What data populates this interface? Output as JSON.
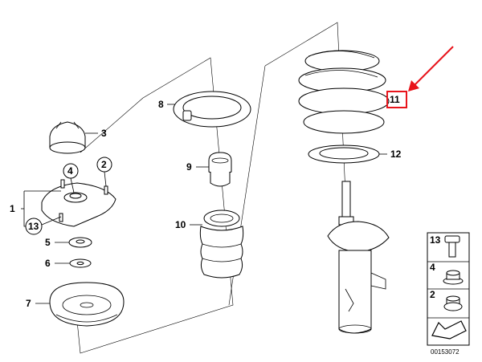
{
  "diagram": {
    "labels": {
      "l1": "1",
      "l2": "2",
      "l3": "3",
      "l4": "4",
      "l5": "5",
      "l6": "6",
      "l7": "7",
      "l8": "8",
      "l9": "9",
      "l10": "10",
      "l11": "11",
      "l12": "12",
      "l13": "13"
    },
    "legend": {
      "item13": "13",
      "item4": "4",
      "item2": "2"
    },
    "catalog_number": "00153072",
    "highlight_color": "#e8141b",
    "line_color": "#000000"
  }
}
